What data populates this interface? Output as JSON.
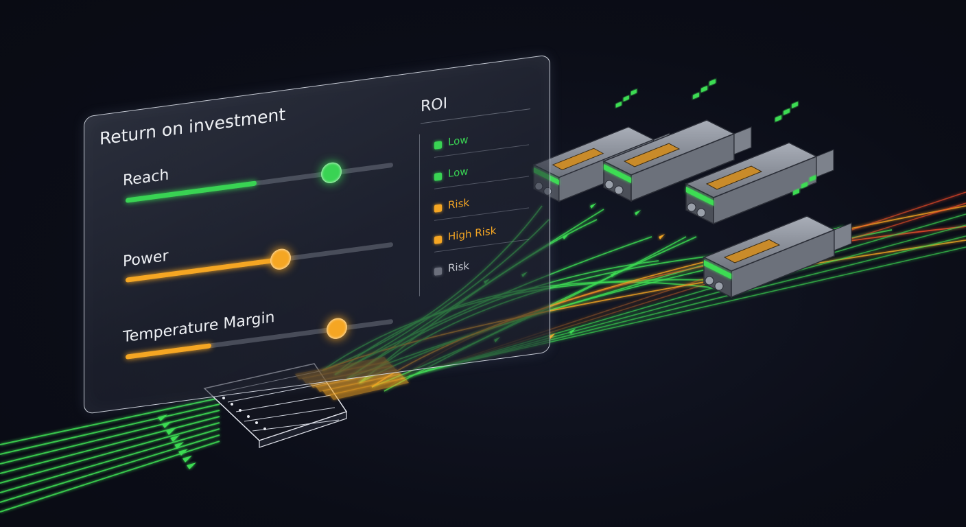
{
  "panel": {
    "title": "Return on investment",
    "metrics": [
      {
        "label": "Reach",
        "level": 0.49,
        "knob": 0.77,
        "color": "#39d353"
      },
      {
        "label": "Power",
        "level": 0.55,
        "knob": 0.58,
        "color": "#f5a623"
      },
      {
        "label": "Temperature Margin",
        "level": 0.32,
        "knob": 0.79,
        "color": "#f5a623"
      }
    ]
  },
  "roi": {
    "title": "ROI",
    "items": [
      {
        "label": "Low",
        "color": "#39d353"
      },
      {
        "label": "Low",
        "color": "#39d353"
      },
      {
        "label": "Risk",
        "color": "#f5a623"
      },
      {
        "label": "High Risk",
        "color": "#f5a623"
      },
      {
        "label": "Risk",
        "color": "#6b6f7c"
      }
    ]
  },
  "colors": {
    "background": "#0b0d17",
    "signal_green": "#3ddc52",
    "signal_orange": "#f5a623",
    "signal_red": "#ff4a2a",
    "module_body": "#8a8f99"
  }
}
